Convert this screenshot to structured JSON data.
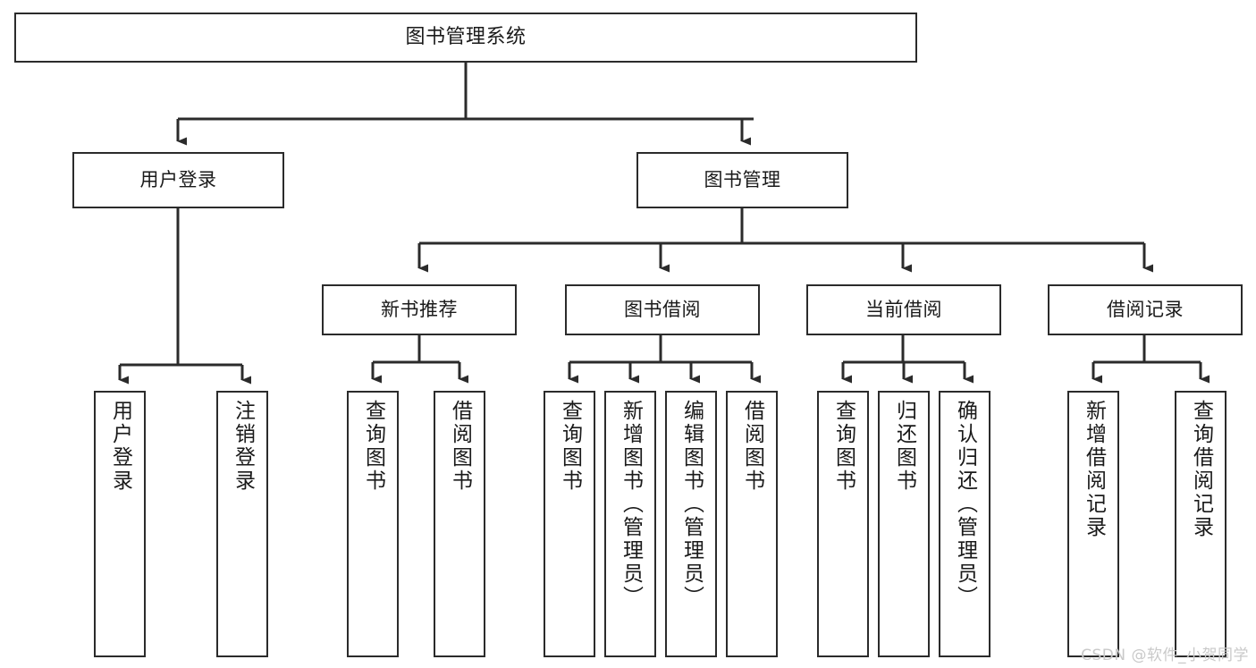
{
  "diagram": {
    "title": "图书管理系统",
    "type": "tree",
    "watermark": "CSDN @软件_小贺同学",
    "colors": {
      "stroke": "#2b2b2b",
      "fill": "#ffffff",
      "text": "#1a1a1a",
      "watermark": "#c9c9c9"
    },
    "nodes": {
      "root": {
        "label": "图书管理系统"
      },
      "level1": [
        {
          "label": "用户登录"
        },
        {
          "label": "图书管理"
        }
      ],
      "level2": [
        {
          "label": "新书推荐"
        },
        {
          "label": "图书借阅"
        },
        {
          "label": "当前借阅"
        },
        {
          "label": "借阅记录"
        }
      ],
      "leaves": {
        "user_login": [
          {
            "label": "用户登录"
          },
          {
            "label": "注销登录"
          }
        ],
        "new_book": [
          {
            "label": "查询图书"
          },
          {
            "label": "借阅图书"
          }
        ],
        "borrow_book": [
          {
            "label": "查询图书"
          },
          {
            "label": "新增图书（管理员）"
          },
          {
            "label": "编辑图书（管理员）"
          },
          {
            "label": "借阅图书"
          }
        ],
        "current_borrow": [
          {
            "label": "查询图书"
          },
          {
            "label": "归还图书"
          },
          {
            "label": "确认归还（管理员）"
          }
        ],
        "borrow_record": [
          {
            "label": "新增借阅记录"
          },
          {
            "label": "查询借阅记录"
          }
        ]
      }
    }
  }
}
